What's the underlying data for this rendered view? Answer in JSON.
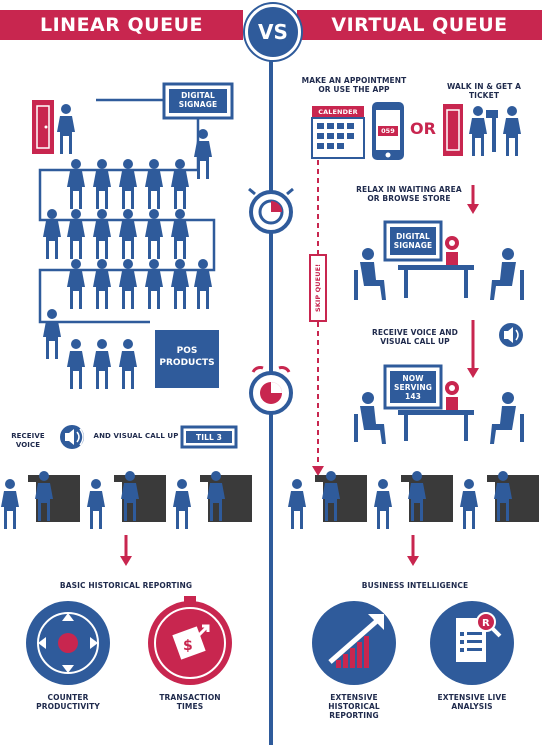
{
  "header": {
    "left_title": "LINEAR QUEUE",
    "vs": "VS",
    "right_title": "VIRTUAL QUEUE"
  },
  "linear": {
    "digital_signage": "DIGITAL SIGNAGE",
    "pos_products": "POS PRODUCTS",
    "receive_voice": "RECEIVE VOICE",
    "visual_call_up": "AND VISUAL CALL UP",
    "till": "TILL 3",
    "reporting_title": "BASIC HISTORICAL REPORTING",
    "metric_1": "COUNTER PRODUCTIVITY",
    "metric_2": "TRANSACTION TIMES"
  },
  "virtual": {
    "appointment": "MAKE AN APPOINTMENT OR USE THE APP",
    "calender": "CALENDER",
    "phone_ticket": "059",
    "or": "OR",
    "walk_in": "WALK IN & GET A TICKET",
    "skip_queue": "SKIP QUEUE!",
    "relax": "RELAX IN WAITING AREA OR BROWSE STORE",
    "digital_signage": "DIGITAL SIGNAGE",
    "call_up": "RECEIVE VOICE AND VISUAL CALL UP",
    "now_serving": "NOW SERVING 143",
    "bi_title": "BUSINESS INTELLIGENCE",
    "metric_1": "EXTENSIVE HISTORICAL REPORTING",
    "metric_2": "EXTENSIVE LIVE ANALYSIS"
  },
  "colors": {
    "accent": "#c8264f",
    "primary": "#2f5b9b",
    "text": "#1f2a4c",
    "counter": "#3a3a3a"
  }
}
